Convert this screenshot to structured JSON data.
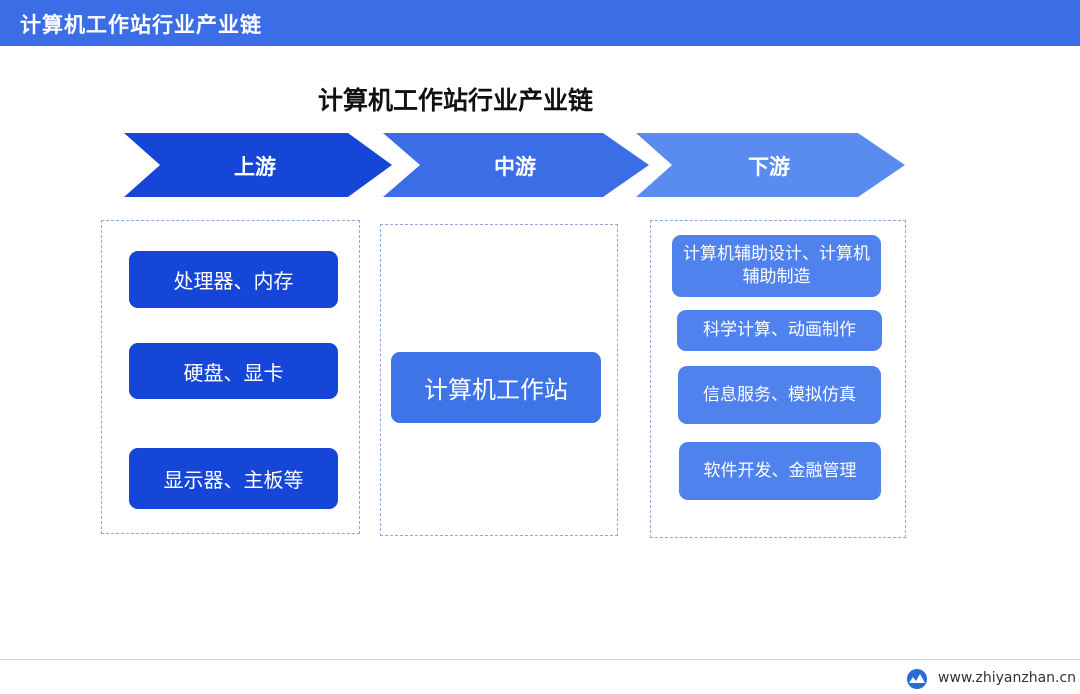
{
  "header": {
    "title": "计算机工作站行业产业链"
  },
  "diagram": {
    "title": "计算机工作站行业产业链",
    "stages": [
      {
        "label": "上游"
      },
      {
        "label": "中游"
      },
      {
        "label": "下游"
      }
    ],
    "upstream": [
      "处理器、内存",
      "硬盘、显卡",
      "显示器、主板等"
    ],
    "midstream": [
      "计算机工作站"
    ],
    "downstream": [
      "计算机辅助设计、计算机辅助制造",
      "科学计算、动画制作",
      "信息服务、模拟仿真",
      "软件开发、金融管理"
    ],
    "colors": {
      "header": "#3b6ee6",
      "chevron_up": "#1546d8",
      "chevron_mid": "#3b6ee6",
      "chevron_down": "#5a8cf0",
      "box_up": "#1546d8",
      "box_mid": "#3f73e8",
      "box_down": "#4f82ec"
    }
  },
  "footer": {
    "url": "www.zhiyanzhan.cn",
    "logo_icon": "zhiyan-logo-icon"
  }
}
